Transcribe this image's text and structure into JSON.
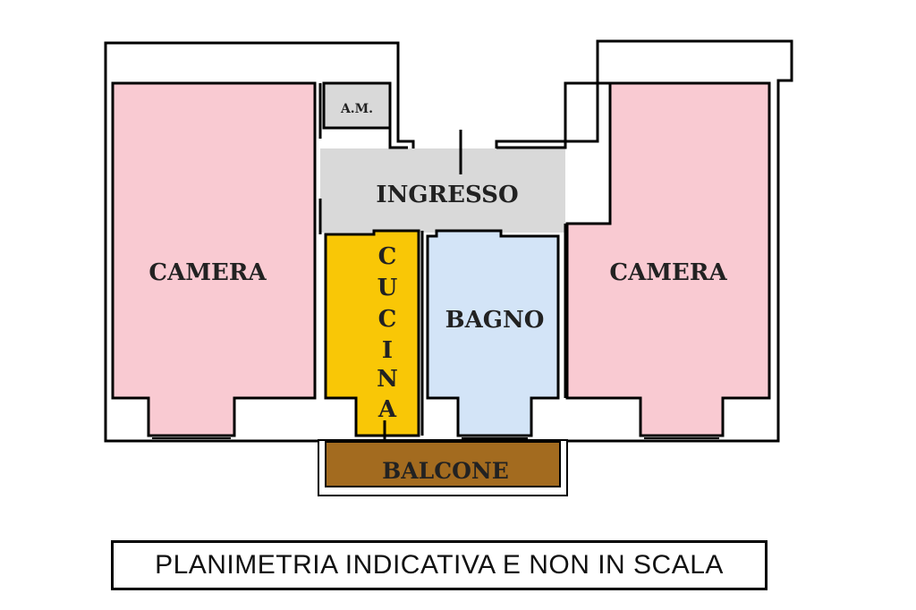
{
  "colors": {
    "camera": "#f9cad2",
    "cucina": "#f9c706",
    "bagno": "#d3e4f7",
    "ingresso": "#d9d9d9",
    "balcone": "#a36b1f",
    "wall": "#000000"
  },
  "rooms": {
    "camera_left": "CAMERA",
    "camera_right": "CAMERA",
    "am": "A.M.",
    "ingresso": "INGRESSO",
    "cucina": [
      "C",
      "U",
      "C",
      "I",
      "N",
      "A"
    ],
    "bagno": "BAGNO",
    "balcone": "BALCONE"
  },
  "caption": "PLANIMETRIA INDICATIVA E NON IN SCALA"
}
